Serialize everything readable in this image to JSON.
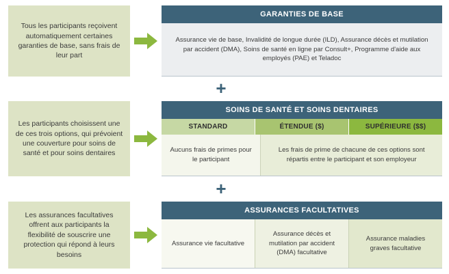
{
  "theme": {
    "header_teal": "#3d6379",
    "desc_green": "#dde3c5",
    "arrow_green": "#8cb83f",
    "tier_standard": "#c6d8a4",
    "tier_etendue": "#a8c470",
    "tier_superieure": "#8cb83f",
    "body_gray": "#eceef0"
  },
  "connectors": {
    "plus_symbol": "+",
    "arrow_icon": "right-arrow-icon"
  },
  "sections": [
    {
      "description": "Tous les participants reçoivent automatiquement certaines garanties de base, sans frais de leur part",
      "header": "GARANTIES DE BASE",
      "body": "Assurance vie de base, Invalidité de longue durée (ILD), Assurance décès et mutilation par accident (DMA), Soins de santé en ligne par Consult+, Programme d'aide aux employés (PAE) et Teladoc"
    },
    {
      "description": "Les participants choisissent une de ces trois options, qui prévoient une couverture pour soins de santé et pour soins dentaires",
      "header": "SOINS DE SANTÉ ET SOINS DENTAIRES",
      "tiers": [
        {
          "label": "STANDARD",
          "color": "#c6d8a4"
        },
        {
          "label": "ÉTENDUE ($)",
          "color": "#a8c470"
        },
        {
          "label": "SUPÉRIEURE ($$)",
          "color": "#8cb83f"
        }
      ],
      "cells": [
        "Aucuns frais de primes pour le participant",
        "Les frais de prime de chacune de ces options sont répartis entre le participant et son employeur"
      ]
    },
    {
      "description": "Les assurances facultatives offrent aux participants la flexibilité de souscrire une protection qui répond à leurs besoins",
      "header": "ASSURANCES FACULTATIVES",
      "options": [
        {
          "text": "Assurance vie facultative",
          "color": "#f7f8f0"
        },
        {
          "text": "Assurance décès et mutilation par accident (DMA) facultative",
          "color": "#eef1e2"
        },
        {
          "text": "Assurance maladies graves facultative",
          "color": "#e2e8cd"
        }
      ]
    }
  ]
}
